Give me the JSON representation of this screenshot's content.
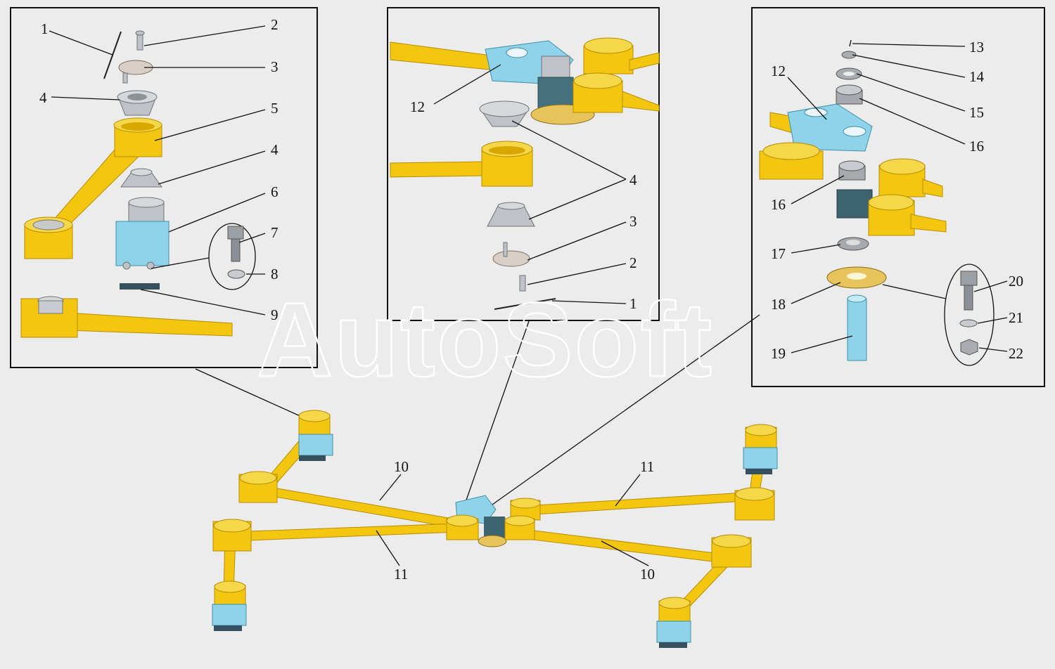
{
  "watermark": "AutoSoft",
  "colors": {
    "background": "#ececec",
    "arm_yellow": "#f3c60f",
    "bracket_blue": "#8fd3ea",
    "steel_grey": "#bfc3c7"
  },
  "callouts": {
    "left": {
      "n1": "1",
      "n2": "2",
      "n3": "3",
      "n4a": "4",
      "n5": "5",
      "n4b": "4",
      "n6": "6",
      "n7": "7",
      "n8": "8",
      "n9": "9"
    },
    "middle": {
      "n12": "12",
      "n4": "4",
      "n3": "3",
      "n2": "2",
      "n1": "1"
    },
    "right": {
      "n13": "13",
      "n14": "14",
      "n12": "12",
      "n15": "15",
      "n16a": "16",
      "n16b": "16",
      "n17": "17",
      "n18": "18",
      "n19": "19",
      "n20": "20",
      "n21": "21",
      "n22": "22"
    },
    "main": {
      "n10a": "10",
      "n11a": "11",
      "n11b": "11",
      "n10b": "10"
    }
  }
}
